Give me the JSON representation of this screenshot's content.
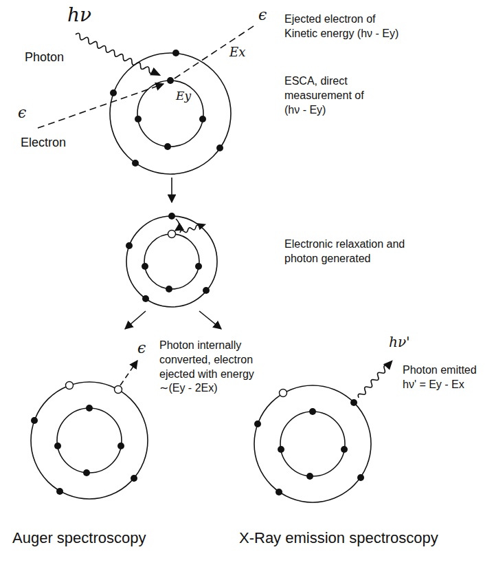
{
  "diagram": {
    "labels": [
      "hν",
      "Photon",
      "ϵ",
      "ϵ",
      "Electron",
      "Ex",
      "Ey",
      "Ejected electron of Kinetic energy (hν - Ey)",
      "ESCA, direct measurement of (hν - Ey)",
      "Electronic relaxation and photon generated",
      "ϵ",
      "Photon internally converted, electron ejected with energy ∼(Ey - 2Ex)",
      "hν'",
      "Photon emitted hν' = Ey - Ex",
      "Auger spectroscopy",
      "X-Ray emission spectroscopy"
    ]
  }
}
